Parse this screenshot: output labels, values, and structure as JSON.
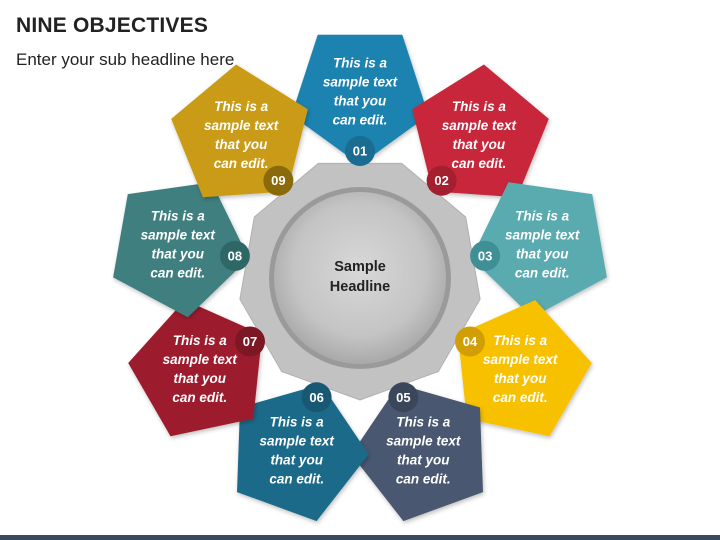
{
  "header": {
    "title": "NINE OBJECTIVES",
    "subtitle": "Enter your sub headline here"
  },
  "center": {
    "line1": "Sample",
    "line2": "Headline"
  },
  "objectives": [
    {
      "number": "01",
      "lines": [
        "This is a",
        "sample text",
        "that you",
        "can edit."
      ],
      "color": "#1f82b0",
      "circle_color": "#1a6d91"
    },
    {
      "number": "02",
      "lines": [
        "This is a",
        "sample text",
        "that you",
        "can edit."
      ],
      "color": "#c8283a",
      "circle_color": "#a41f2f"
    },
    {
      "number": "03",
      "lines": [
        "This is a",
        "sample text",
        "that you",
        "can edit."
      ],
      "color": "#5aabb0",
      "circle_color": "#3f9096"
    },
    {
      "number": "04",
      "lines": [
        "This is a",
        "sample text",
        "that you",
        "can edit."
      ],
      "color": "#f8c100",
      "circle_color": "#d29e08"
    },
    {
      "number": "05",
      "lines": [
        "This is a",
        "sample text",
        "that you",
        "can edit."
      ],
      "color": "#4a5870",
      "circle_color": "#3a465a"
    },
    {
      "number": "06",
      "lines": [
        "This is a",
        "sample text",
        "that you",
        "can edit."
      ],
      "color": "#1e6b8a",
      "circle_color": "#185872"
    },
    {
      "number": "07",
      "lines": [
        "This is a",
        "sample text",
        "that you",
        "can edit."
      ],
      "color": "#9c1f2f",
      "circle_color": "#7c1724"
    },
    {
      "number": "08",
      "lines": [
        "This is a",
        "sample text",
        "that you",
        "can edit."
      ],
      "color": "#3f7f7f",
      "circle_color": "#2f6666"
    },
    {
      "number": "09",
      "lines": [
        "This is a",
        "sample text",
        "that you",
        "can edit."
      ],
      "color": "#c99b12",
      "circle_color": "#8a6a0a"
    }
  ]
}
